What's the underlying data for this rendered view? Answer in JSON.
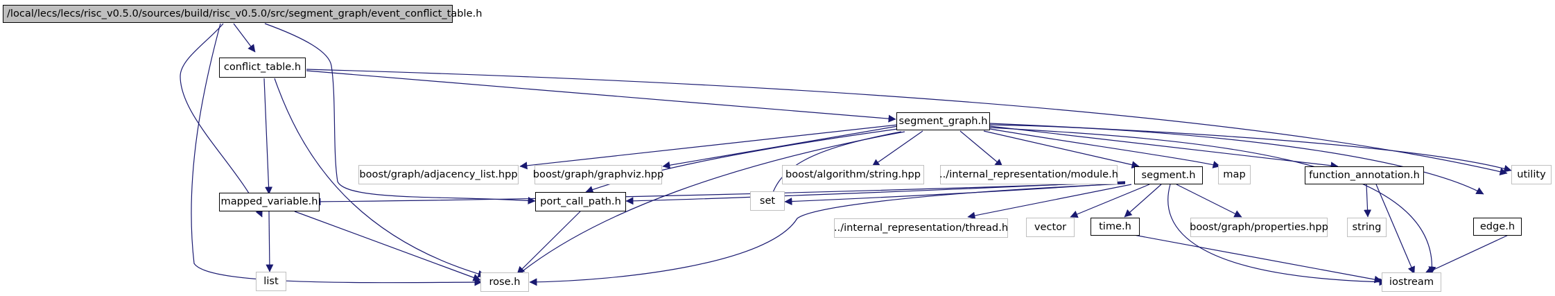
{
  "colors": {
    "edge": "#191970",
    "root_fill": "#bfbfbf",
    "internal_border": "#000000",
    "external_border": "#bfbfbf"
  },
  "nodes": {
    "root": "/local/lecs/lecs/risc_v0.5.0/sources/build/risc_v0.5.0/src/segment_graph/event_conflict_table.h",
    "conflict_table": "conflict_table.h",
    "segment_graph": "segment_graph.h",
    "mapped_variable": "mapped_variable.h",
    "port_call_path": "port_call_path.h",
    "rose": "rose.h",
    "list": "list",
    "utility": "utility",
    "adjacency_list": "boost/graph/adjacency_list.hpp",
    "graphviz": "boost/graph/graphviz.hpp",
    "algorithm_string": "boost/algorithm/string.hpp",
    "ir_module": "../internal_representation/module.h",
    "segment": "segment.h",
    "map": "map",
    "function_annotation": "function_annotation.h",
    "set": "set",
    "ir_thread": "../internal_representation/thread.h",
    "vector": "vector",
    "time": "time.h",
    "properties": "boost/graph/properties.hpp",
    "string": "string",
    "edge": "edge.h",
    "iostream": "iostream"
  }
}
